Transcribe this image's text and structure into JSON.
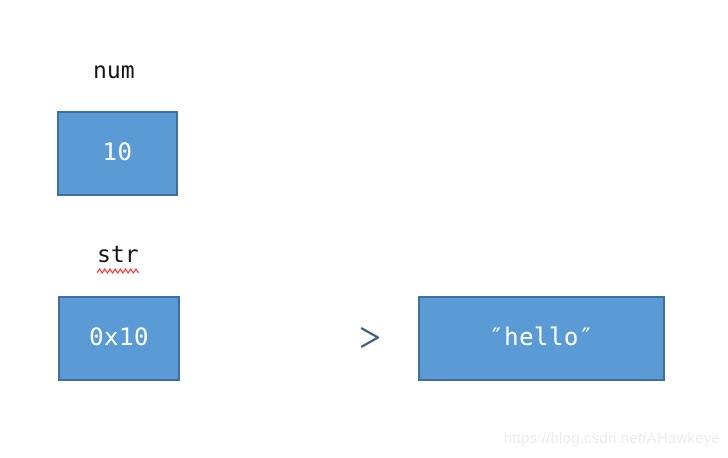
{
  "diagram": {
    "title_hidden": "",
    "background_color": "#ffffff",
    "box_fill_color": "#5b9bd5",
    "box_border_color": "#3f6fa0",
    "box_text_color": "#ffffff",
    "arrow_color": "#5b7fa6",
    "spellcheck_underline_color": "#ff2d2d",
    "labels": {
      "num": "num",
      "str": "str"
    },
    "boxes": [
      {
        "id": "num",
        "label": "num",
        "value": "10"
      },
      {
        "id": "str",
        "label": "str",
        "value": "0x10"
      },
      {
        "id": "value",
        "label": "",
        "value": "″hello″"
      }
    ],
    "arrow": {
      "name": "pointer-arrow",
      "from": "str-box",
      "to": "value-box"
    }
  },
  "watermark": {
    "text": "https://blog.csdn.net/AHawkeye",
    "color": "#ececec"
  }
}
